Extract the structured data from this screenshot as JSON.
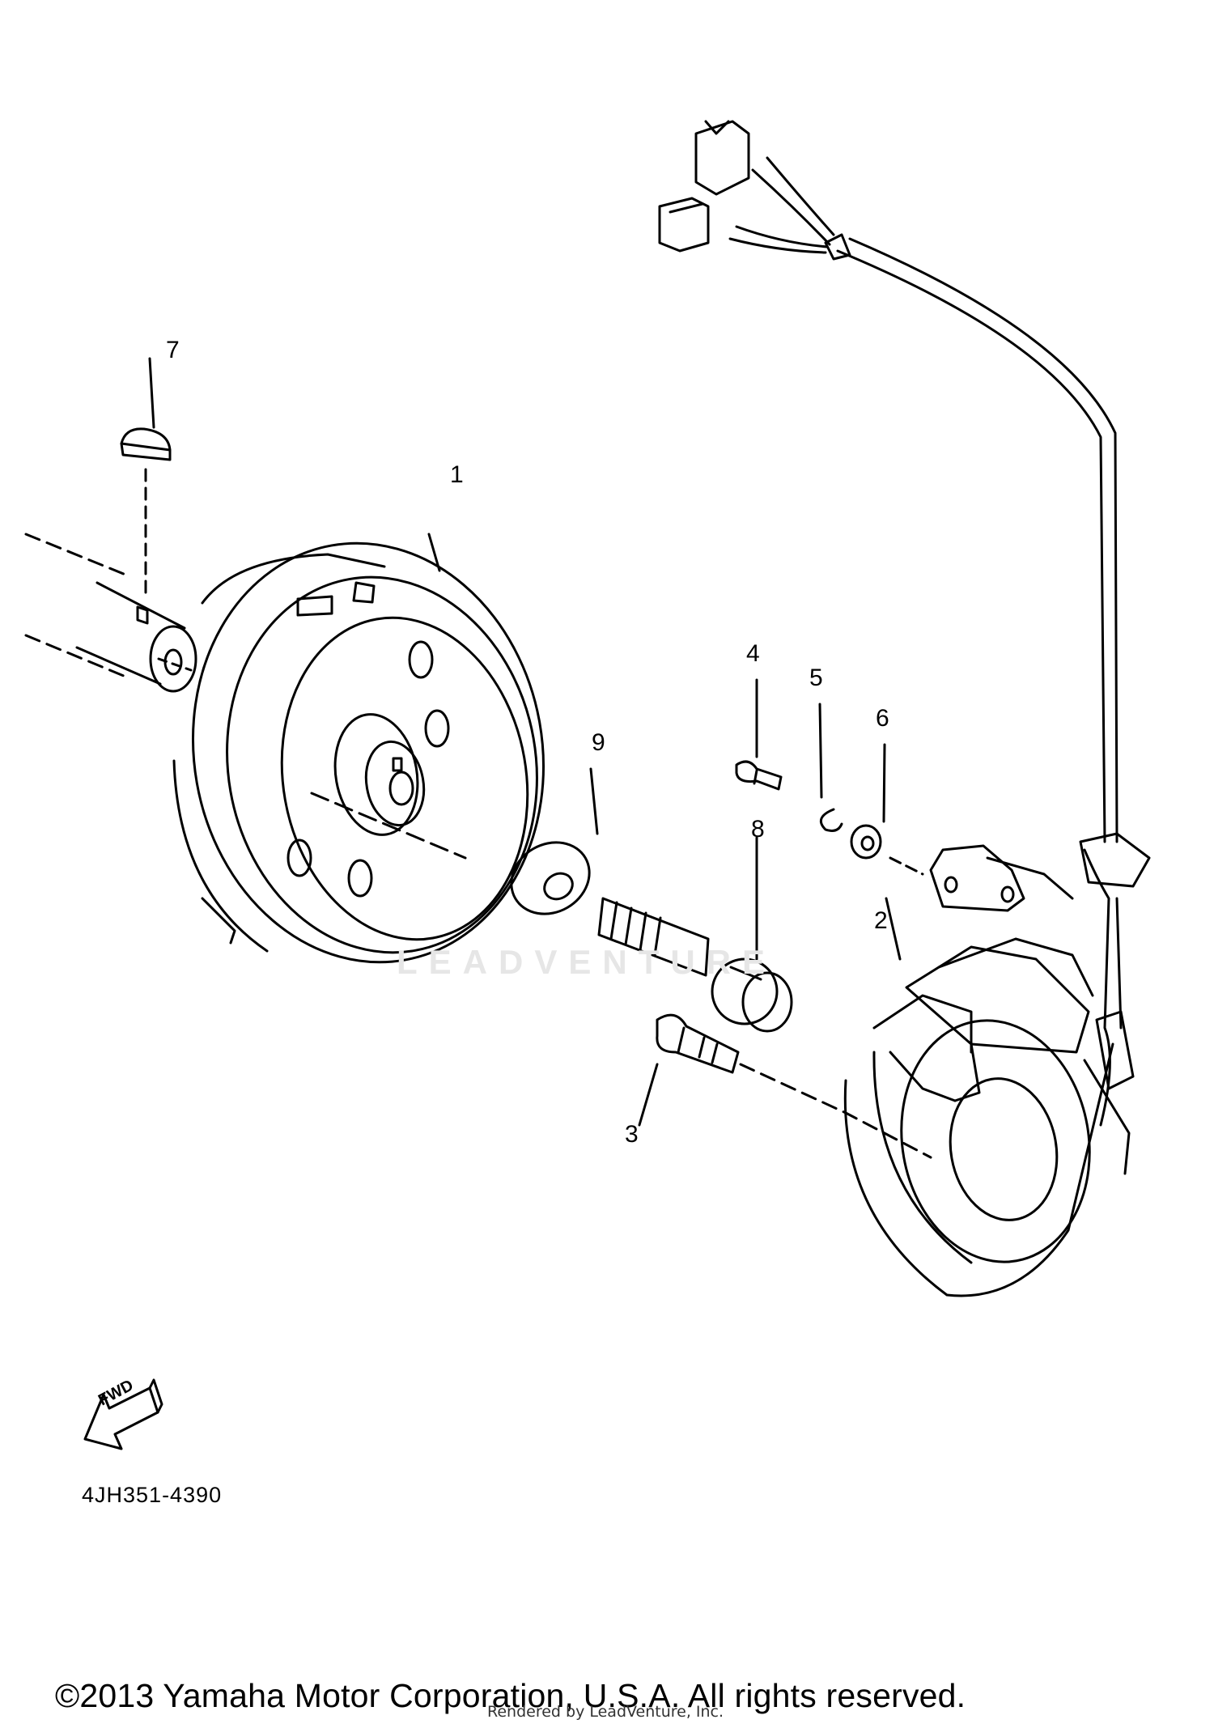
{
  "callouts": [
    {
      "id": "1",
      "label": "1"
    },
    {
      "id": "2",
      "label": "2"
    },
    {
      "id": "3",
      "label": "3"
    },
    {
      "id": "4",
      "label": "4"
    },
    {
      "id": "5",
      "label": "5"
    },
    {
      "id": "6",
      "label": "6"
    },
    {
      "id": "7",
      "label": "7"
    },
    {
      "id": "8",
      "label": "8"
    },
    {
      "id": "9",
      "label": "9"
    }
  ],
  "watermark": "LEADVENTURE",
  "fwd_label": "FWD",
  "diagram_code": "4JH351-4390",
  "copyright": "©2013 Yamaha Motor Corporation, U.S.A. All rights reserved.",
  "rendered_by": "Rendered by LeadVenture, Inc."
}
